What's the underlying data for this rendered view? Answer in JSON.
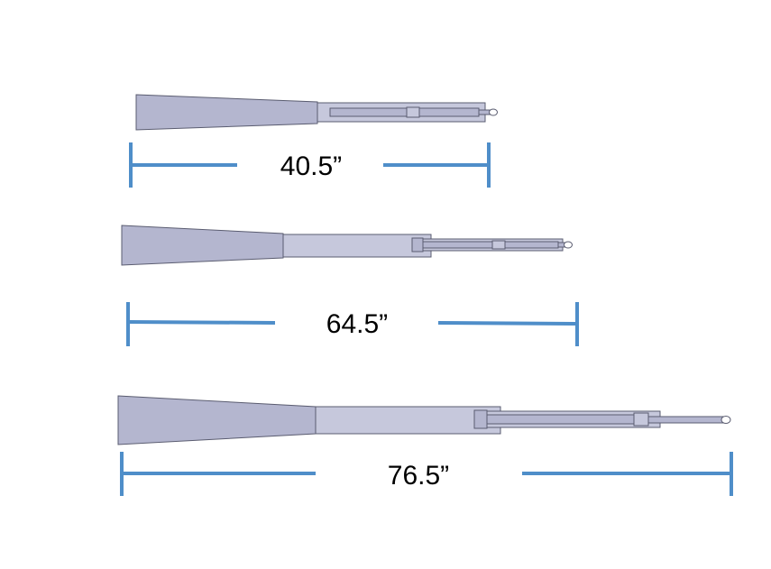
{
  "colors": {
    "dimension_line": "#4f8ec9",
    "tool_fill": "#b4b6cf",
    "tool_fill_light": "#c6c8dc",
    "tool_stroke": "#5a5c70",
    "background": "#ffffff"
  },
  "diagrams": [
    {
      "state": "collapsed",
      "length_label": "40.5”"
    },
    {
      "state": "partially-extended",
      "length_label": "64.5”"
    },
    {
      "state": "fully-extended",
      "length_label": "76.5”"
    }
  ]
}
